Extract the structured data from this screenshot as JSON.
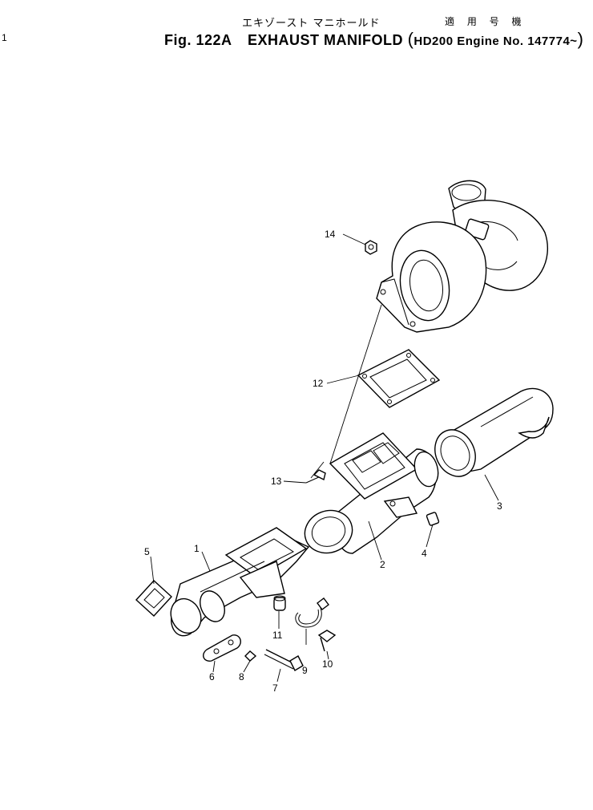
{
  "header": {
    "title_japanese": "エキゾースト マニホールド",
    "applicable_japanese": "適 用 号 機",
    "figure_number": "Fig. 122A",
    "title_english": "EXHAUST MANIFOLD",
    "paren_open": "(",
    "applicability": "HD200 Engine No. 147774~",
    "paren_close": ")"
  },
  "margin_mark": "1",
  "callouts": [
    {
      "label": "1"
    },
    {
      "label": "2"
    },
    {
      "label": "3"
    },
    {
      "label": "4"
    },
    {
      "label": "5"
    },
    {
      "label": "6"
    },
    {
      "label": "7"
    },
    {
      "label": "8"
    },
    {
      "label": "9"
    },
    {
      "label": "10"
    },
    {
      "label": "11"
    },
    {
      "label": "12"
    },
    {
      "label": "13"
    },
    {
      "label": "14"
    }
  ]
}
